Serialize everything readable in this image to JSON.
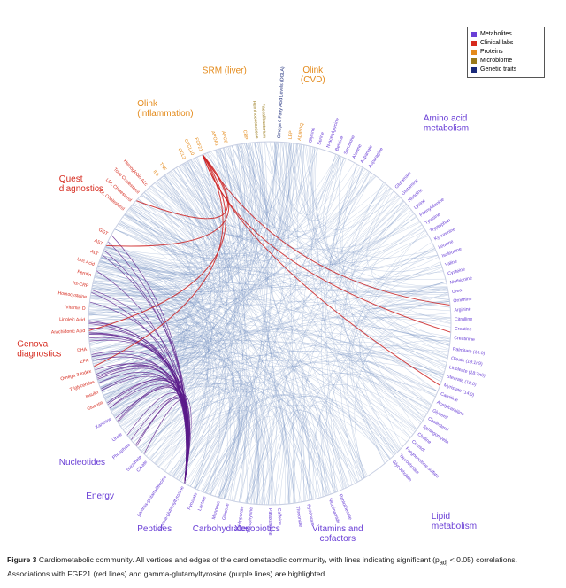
{
  "legend": {
    "items": [
      {
        "label": "Metabolites",
        "color": "#6a3fd6"
      },
      {
        "label": "Clinical labs",
        "color": "#d62a1e"
      },
      {
        "label": "Proteins",
        "color": "#e48a1a"
      },
      {
        "label": "Microbiome",
        "color": "#9a7a1a"
      },
      {
        "label": "Genetic traits",
        "color": "#1a2a7a"
      }
    ]
  },
  "groups": [
    {
      "id": "olink_cvd",
      "label_lines": [
        "Olink",
        "(CVD)"
      ],
      "color": "#e48a1a",
      "angle": -1.4
    },
    {
      "id": "srm_liver",
      "label_lines": [
        "SRM (liver)"
      ],
      "color": "#e48a1a",
      "angle": -1.75
    },
    {
      "id": "olink_inflammation",
      "label_lines": [
        "Olink",
        "(inflammation)"
      ],
      "color": "#e48a1a",
      "angle": -2.12
    },
    {
      "id": "quest",
      "label_lines": [
        "Quest",
        "diagnostics"
      ],
      "color": "#d62a1e",
      "angle": -2.55
    },
    {
      "id": "genova",
      "label_lines": [
        "Genova",
        "diagnostics"
      ],
      "color": "#d62a1e",
      "angle": 3.05
    },
    {
      "id": "nucleotides",
      "label_lines": [
        "Nucleotides"
      ],
      "color": "#6a3fd6",
      "angle": 2.55
    },
    {
      "id": "energy",
      "label_lines": [
        "Energy"
      ],
      "color": "#6a3fd6",
      "angle": 2.38
    },
    {
      "id": "peptides",
      "label_lines": [
        "Peptides"
      ],
      "color": "#6a3fd6",
      "angle": 2.12
    },
    {
      "id": "carbohydrates",
      "label_lines": [
        "Carbohydrates"
      ],
      "color": "#6a3fd6",
      "angle": 1.88
    },
    {
      "id": "xenobiotics",
      "label_lines": [
        "Xenobiotics"
      ],
      "color": "#6a3fd6",
      "angle": 1.62
    },
    {
      "id": "vitamins",
      "label_lines": [
        "Vitamins and",
        "cofactors"
      ],
      "color": "#6a3fd6",
      "angle": 1.3
    },
    {
      "id": "lipid",
      "label_lines": [
        "Lipid",
        "metabolism"
      ],
      "color": "#6a3fd6",
      "angle": 0.88
    },
    {
      "id": "amino",
      "label_lines": [
        "Amino acid",
        "metabolism"
      ],
      "color": "#6a3fd6",
      "angle": -0.92
    }
  ],
  "node_labels": [
    {
      "text": "Omega 6 Fatty Acid Levels (DGLA)",
      "color": "#1a2a7a",
      "angle": -1.52
    },
    {
      "text": "Faecalibacterium",
      "color": "#9a7a1a",
      "angle": -1.6
    },
    {
      "text": "Ruminococcaceae",
      "color": "#9a7a1a",
      "angle": -1.64
    },
    {
      "text": "Glycine",
      "color": "#6a3fd6",
      "angle": -1.35
    },
    {
      "text": "Serine",
      "color": "#6a3fd6",
      "angle": -1.3
    },
    {
      "text": "N-acetylglycine",
      "color": "#6a3fd6",
      "angle": -1.25
    },
    {
      "text": "Betaine",
      "color": "#6a3fd6",
      "angle": -1.2
    },
    {
      "text": "Sarcosine",
      "color": "#6a3fd6",
      "angle": -1.15
    },
    {
      "text": "Alanine",
      "color": "#6a3fd6",
      "angle": -1.1
    },
    {
      "text": "Aspartate",
      "color": "#6a3fd6",
      "angle": -1.05
    },
    {
      "text": "Asparagine",
      "color": "#6a3fd6",
      "angle": -1.0
    },
    {
      "text": "Glutamate",
      "color": "#6a3fd6",
      "angle": -0.82
    },
    {
      "text": "Glutamine",
      "color": "#6a3fd6",
      "angle": -0.77
    },
    {
      "text": "Histidine",
      "color": "#6a3fd6",
      "angle": -0.72
    },
    {
      "text": "Lysine",
      "color": "#6a3fd6",
      "angle": -0.67
    },
    {
      "text": "Phenylalanine",
      "color": "#6a3fd6",
      "angle": -0.62
    },
    {
      "text": "Tyrosine",
      "color": "#6a3fd6",
      "angle": -0.57
    },
    {
      "text": "Tryptophan",
      "color": "#6a3fd6",
      "angle": -0.52
    },
    {
      "text": "Kynurenine",
      "color": "#6a3fd6",
      "angle": -0.47
    },
    {
      "text": "Leucine",
      "color": "#6a3fd6",
      "angle": -0.42
    },
    {
      "text": "Isoleucine",
      "color": "#6a3fd6",
      "angle": -0.37
    },
    {
      "text": "Valine",
      "color": "#6a3fd6",
      "angle": -0.32
    },
    {
      "text": "Cysteine",
      "color": "#6a3fd6",
      "angle": -0.27
    },
    {
      "text": "Methionine",
      "color": "#6a3fd6",
      "angle": -0.22
    },
    {
      "text": "Urea",
      "color": "#6a3fd6",
      "angle": -0.17
    },
    {
      "text": "Ornithine",
      "color": "#6a3fd6",
      "angle": -0.12
    },
    {
      "text": "Arginine",
      "color": "#6a3fd6",
      "angle": -0.07
    },
    {
      "text": "Citrulline",
      "color": "#6a3fd6",
      "angle": -0.02
    },
    {
      "text": "Creatine",
      "color": "#6a3fd6",
      "angle": 0.03
    },
    {
      "text": "Creatinine",
      "color": "#6a3fd6",
      "angle": 0.08
    },
    {
      "text": "Palmitate (16:0)",
      "color": "#6a3fd6",
      "angle": 0.14
    },
    {
      "text": "Oleate (18:1n9)",
      "color": "#6a3fd6",
      "angle": 0.19
    },
    {
      "text": "Linoleate (18:2n6)",
      "color": "#6a3fd6",
      "angle": 0.24
    },
    {
      "text": "Stearate (18:0)",
      "color": "#6a3fd6",
      "angle": 0.29
    },
    {
      "text": "Myristate (14:0)",
      "color": "#6a3fd6",
      "angle": 0.34
    },
    {
      "text": "Carnitine",
      "color": "#6a3fd6",
      "angle": 0.39
    },
    {
      "text": "Acetylcarnitine",
      "color": "#6a3fd6",
      "angle": 0.44
    },
    {
      "text": "Glycerol",
      "color": "#6a3fd6",
      "angle": 0.49
    },
    {
      "text": "Cholesterol",
      "color": "#6a3fd6",
      "angle": 0.54
    },
    {
      "text": "Sphingomyelin",
      "color": "#6a3fd6",
      "angle": 0.59
    },
    {
      "text": "Choline",
      "color": "#6a3fd6",
      "angle": 0.64
    },
    {
      "text": "Cortisol",
      "color": "#6a3fd6",
      "angle": 0.69
    },
    {
      "text": "Pregnenolone sulfate",
      "color": "#6a3fd6",
      "angle": 0.74
    },
    {
      "text": "Taurocholate",
      "color": "#6a3fd6",
      "angle": 0.79
    },
    {
      "text": "Glycocholate",
      "color": "#6a3fd6",
      "angle": 0.84
    },
    {
      "text": "Pantothenate",
      "color": "#6a3fd6",
      "angle": 1.18
    },
    {
      "text": "Nicotinamide",
      "color": "#6a3fd6",
      "angle": 1.24
    },
    {
      "text": "Pyridoxate",
      "color": "#6a3fd6",
      "angle": 1.36
    },
    {
      "text": "Threonate",
      "color": "#6a3fd6",
      "angle": 1.42
    },
    {
      "text": "Caffeine",
      "color": "#6a3fd6",
      "angle": 1.52
    },
    {
      "text": "Paraxanthine",
      "color": "#6a3fd6",
      "angle": 1.57
    },
    {
      "text": "Theophylline",
      "color": "#6a3fd6",
      "angle": 1.67
    },
    {
      "text": "Hippurate",
      "color": "#6a3fd6",
      "angle": 1.72
    },
    {
      "text": "Glucose",
      "color": "#6a3fd6",
      "angle": 1.8
    },
    {
      "text": "Mannose",
      "color": "#6a3fd6",
      "angle": 1.85
    },
    {
      "text": "Lactate",
      "color": "#6a3fd6",
      "angle": 1.93
    },
    {
      "text": "Pyruvate",
      "color": "#6a3fd6",
      "angle": 1.98
    },
    {
      "text": "gamma-glutamyltyrosine",
      "color": "#6a3fd6",
      "angle": 2.06
    },
    {
      "text": "gamma-glutamylleucine",
      "color": "#6a3fd6",
      "angle": 2.17
    },
    {
      "text": "Citrate",
      "color": "#6a3fd6",
      "angle": 2.3
    },
    {
      "text": "Succinate",
      "color": "#6a3fd6",
      "angle": 2.34
    },
    {
      "text": "Phosphate",
      "color": "#6a3fd6",
      "angle": 2.43
    },
    {
      "text": "Urate",
      "color": "#6a3fd6",
      "angle": 2.5
    },
    {
      "text": "Xanthine",
      "color": "#6a3fd6",
      "angle": 2.6
    },
    {
      "text": "Glucose",
      "color": "#d62a1e",
      "angle": 2.7
    },
    {
      "text": "Insulin",
      "color": "#d62a1e",
      "angle": 2.76
    },
    {
      "text": "Triglycerides",
      "color": "#d62a1e",
      "angle": 2.82
    },
    {
      "text": "Omega-3 Index",
      "color": "#d62a1e",
      "angle": 2.88
    },
    {
      "text": "EPA",
      "color": "#d62a1e",
      "angle": 2.94
    },
    {
      "text": "DHA",
      "color": "#d62a1e",
      "angle": 3.0
    },
    {
      "text": "Arachidonic Acid",
      "color": "#d62a1e",
      "angle": 3.1
    },
    {
      "text": "Linoleic Acid",
      "color": "#d62a1e",
      "angle": 3.16
    },
    {
      "text": "Vitamin D",
      "color": "#d62a1e",
      "angle": 3.22
    },
    {
      "text": "Homocysteine",
      "color": "#d62a1e",
      "angle": -3.0
    },
    {
      "text": "hs-CRP",
      "color": "#d62a1e",
      "angle": -2.94
    },
    {
      "text": "Ferritin",
      "color": "#d62a1e",
      "angle": -2.88
    },
    {
      "text": "Uric Acid",
      "color": "#d62a1e",
      "angle": -2.82
    },
    {
      "text": "ALT",
      "color": "#d62a1e",
      "angle": -2.76
    },
    {
      "text": "AST",
      "color": "#d62a1e",
      "angle": -2.7
    },
    {
      "text": "GGT",
      "color": "#d62a1e",
      "angle": -2.64
    },
    {
      "text": "HDL Cholesterol",
      "color": "#d62a1e",
      "angle": -2.48
    },
    {
      "text": "LDL Cholesterol",
      "color": "#d62a1e",
      "angle": -2.42
    },
    {
      "text": "Total Cholesterol",
      "color": "#d62a1e",
      "angle": -2.36
    },
    {
      "text": "Hemoglobin A1c",
      "color": "#d62a1e",
      "angle": -2.3
    },
    {
      "text": "IL6",
      "color": "#e48a1a",
      "angle": -2.22
    },
    {
      "text": "TNF",
      "color": "#e48a1a",
      "angle": -2.17
    },
    {
      "text": "CCL2",
      "color": "#e48a1a",
      "angle": -2.05
    },
    {
      "text": "CXCL10",
      "color": "#e48a1a",
      "angle": -2.0
    },
    {
      "text": "FGF21",
      "color": "#e48a1a",
      "angle": -1.95
    },
    {
      "text": "APOA1",
      "color": "#e48a1a",
      "angle": -1.86
    },
    {
      "text": "APOB",
      "color": "#e48a1a",
      "angle": -1.81
    },
    {
      "text": "CRP",
      "color": "#e48a1a",
      "angle": -1.7
    },
    {
      "text": "LEP",
      "color": "#e48a1a",
      "angle": -1.46
    },
    {
      "text": "ADIPOQ",
      "color": "#e48a1a",
      "angle": -1.41
    }
  ],
  "caption": {
    "figure": "Figure 3",
    "text": "Cardiometabolic community. All vertices and edges of the cardiometabolic community, with lines indicating significant (p",
    "sub": "adj",
    "text2": " < 0.05) correlations. Associations with FGF21 (red lines) and gamma-glutamyltyrosine (purple lines) are highlighted."
  },
  "edge_colors": {
    "default": "#7a94c4",
    "fgf21": "#cc2222",
    "ggt": "#5a1a8a"
  }
}
